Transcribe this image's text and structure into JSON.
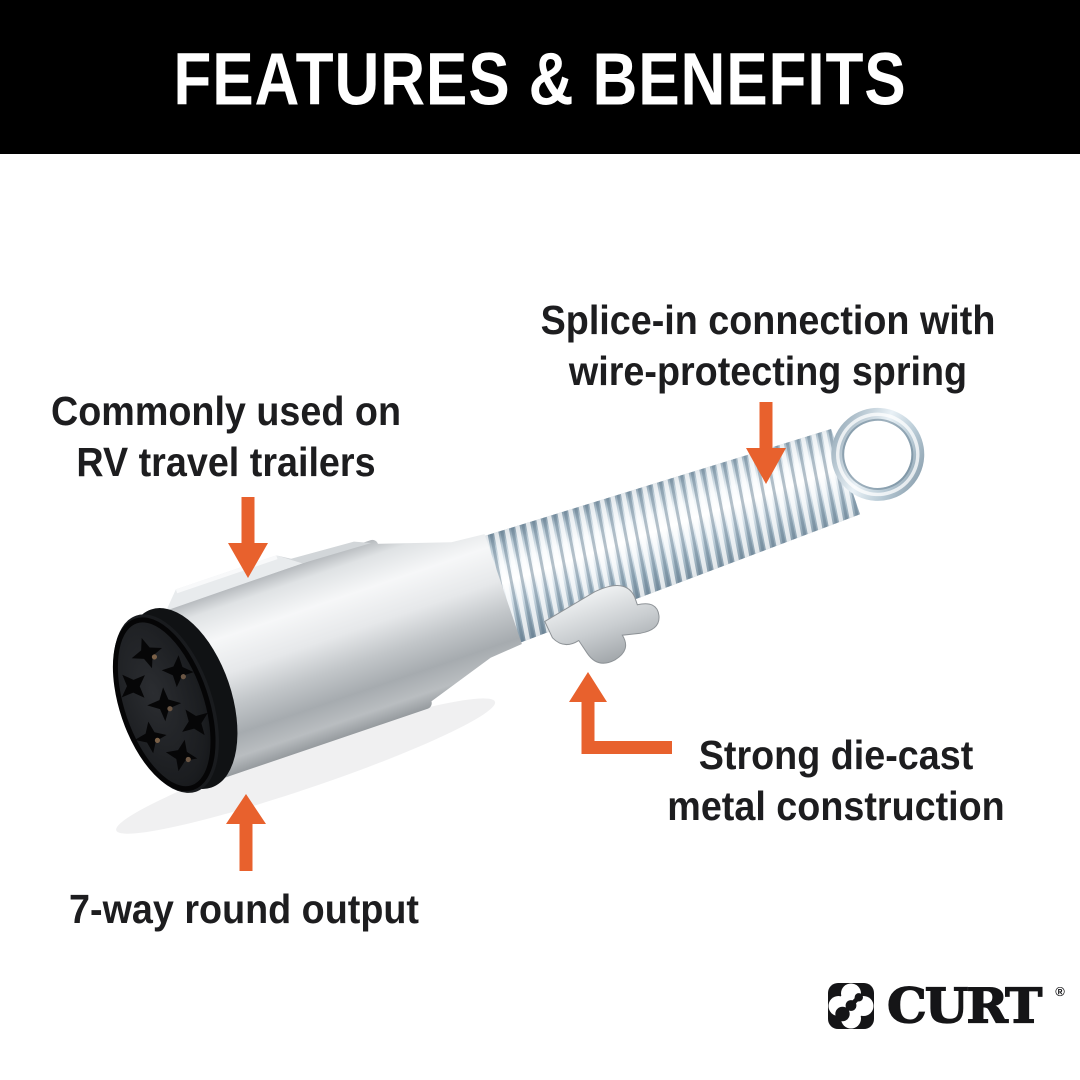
{
  "header": {
    "title": "FEATURES & BENEFITS"
  },
  "callouts": {
    "splice": {
      "line1": "Splice-in connection with",
      "line2": "wire-protecting spring"
    },
    "rv": {
      "line1": "Commonly used on",
      "line2": "RV travel trailers"
    },
    "diecast": {
      "line1": "Strong die-cast",
      "line2": "metal construction"
    },
    "sevenway": {
      "line1": "7-way round output"
    }
  },
  "brand": {
    "wordmark": "CURT",
    "registered": "®"
  },
  "colors": {
    "arrow_orange": "#E8612D",
    "header_bg": "#000000",
    "header_text": "#FFFFFF",
    "body_text": "#1D1D1F",
    "metal_light": "#F4F6F7",
    "metal_dark": "#9EA3A7",
    "spring_tint": "#BFD2DE",
    "face_black": "#1A1C1F"
  }
}
